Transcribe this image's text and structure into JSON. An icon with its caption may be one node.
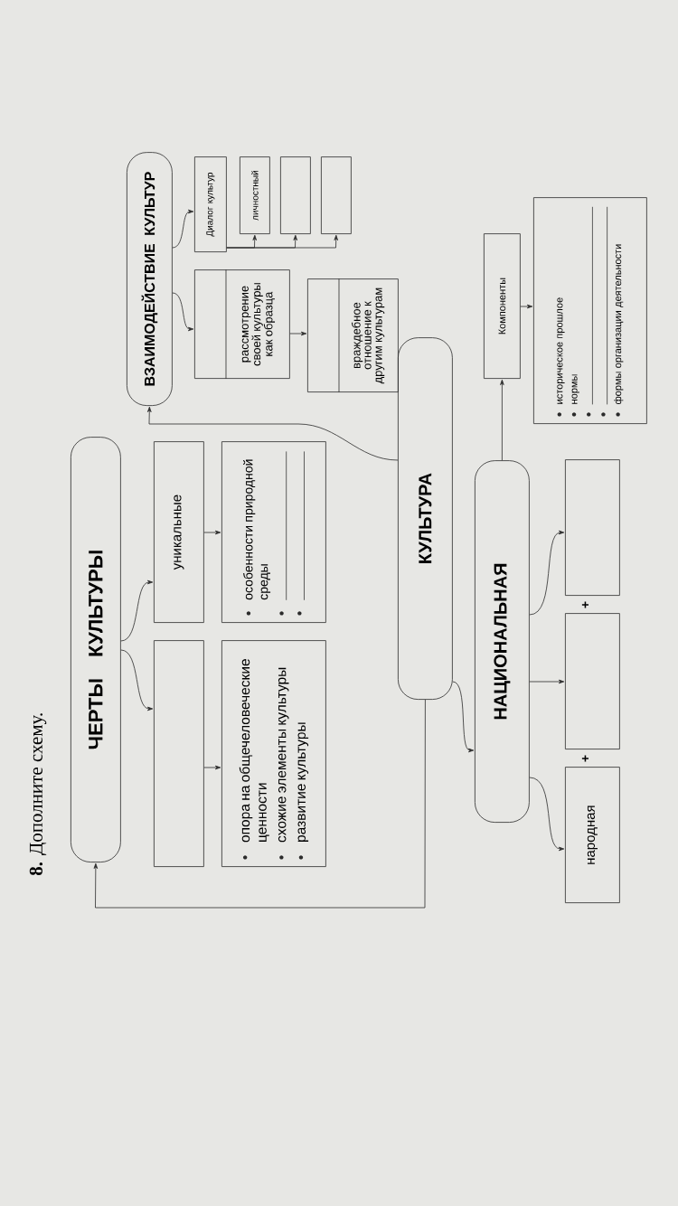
{
  "diagram": {
    "title": "**8.** Дополните схему.",
    "nodes": [
      {
        "text": [
          "ЧЕРТЫ КУЛЬТУРЫ"
        ]
      },
      {
        "text": [],
        "shape": "box"
      },
      {
        "text": [
          "уникальные"
        ]
      },
      {
        "text": [
          "опора на общечеловеческие ценности",
          "схожие элементы культуры",
          "развитие культуры"
        ]
      },
      {
        "text": [
          "особенности природной среды"
        ]
      },
      {
        "text": [
          "КУЛЬТУРА"
        ]
      },
      {
        "text": [
          "ВЗАИМОДЕЙСТВИЕ КУЛЬТУР"
        ]
      },
      {
        "text": [
          "рассмотрение своей культуры как образца"
        ]
      },
      {
        "text": [
          "враждебное отношение к другим культурам"
        ]
      },
      {
        "text": [
          "Диалог культур"
        ]
      },
      {
        "text": [
          "личностный"
        ]
      },
      {
        "text": [],
        "shape": "box"
      },
      {
        "text": [],
        "shape": "box"
      },
      {
        "text": [
          "Компоненты"
        ]
      },
      {
        "text": [
          "историческое прошлое",
          "нормы",
          "формы организации деятельности"
        ]
      },
      {
        "text": [
          "НАЦИОНАЛЬНАЯ"
        ]
      },
      {
        "text": [],
        "shape": "box"
      },
      {
        "text": [],
        "shape": "box"
      },
      {
        "text": [
          "народная"
        ]
      }
    ],
    "edges": [
      {
        "from": 0,
        "to": 1,
        "arrow": "to"
      },
      {
        "from": 0,
        "to": 2,
        "arrow": "to"
      },
      {
        "from": 1,
        "to": 3,
        "arrow": "to"
      },
      {
        "from": 2,
        "to": 4,
        "arrow": "to"
      },
      {
        "from": 5,
        "to": 0,
        "arrow": "to"
      },
      {
        "from": 5,
        "to": 6,
        "arrow": "to"
      },
      {
        "from": 6,
        "to": 7,
        "arrow": "to"
      },
      {
        "from": 6,
        "to": 9,
        "arrow": "to"
      },
      {
        "from": 7,
        "to": 8,
        "arrow": "to"
      },
      {
        "from": 9,
        "to": 10,
        "arrow": "to"
      },
      {
        "from": 9,
        "to": 11,
        "arrow": "to"
      },
      {
        "from": 9,
        "to": 12,
        "arrow": "to"
      },
      {
        "from": 15,
        "to": 13,
        "arrow": "to"
      },
      {
        "from": 13,
        "to": 14,
        "arrow": "to"
      },
      {
        "from": 5,
        "to": 15,
        "arrow": "to"
      },
      {
        "from": 15,
        "to": 16,
        "arrow": "to"
      },
      {
        "from": 15,
        "to": 17,
        "arrow": "to"
      },
      {
        "from": 15,
        "to": 18,
        "arrow": "to"
      }
    ],
    "labels": [
      "+",
      "+"
    ]
  }
}
